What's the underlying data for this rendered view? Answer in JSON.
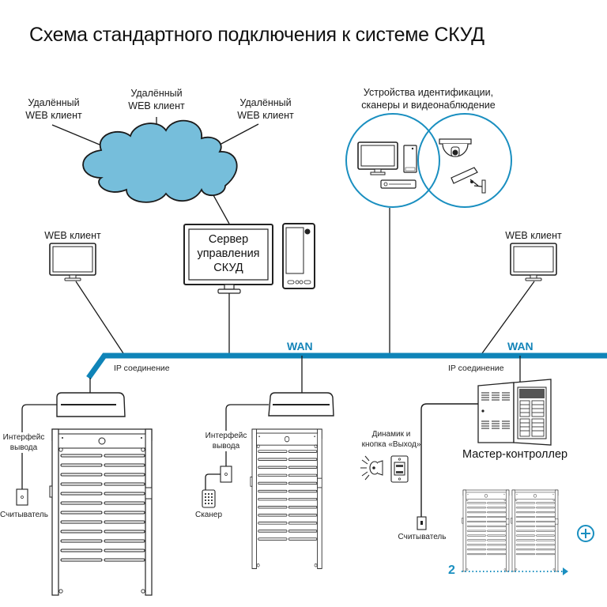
{
  "title": "Схема стандартного подключения к системе СКУД",
  "colors": {
    "network_blue": "#0f84b8",
    "cloud_fill": "#76bedb",
    "circle_stroke": "#1a8fc0",
    "line": "#1a1a1a"
  },
  "cloud": {
    "remote_clients": [
      {
        "line1": "Удалённый",
        "line2": "WEB клиент"
      },
      {
        "line1": "Удалённый",
        "line2": "WEB клиент"
      },
      {
        "line1": "Удалённый",
        "line2": "WEB клиент"
      }
    ]
  },
  "identification": {
    "line1": "Устройства идентификации,",
    "line2": "сканеры и видеонаблюдение"
  },
  "server": {
    "line1": "Сервер",
    "line2": "управления",
    "line3": "СКУД"
  },
  "web_client_left": "WEB клиент",
  "web_client_right": "WEB клиент",
  "network": {
    "wan_left": "WAN",
    "wan_right": "WAN",
    "ip_left": "IP соединение",
    "ip_right": "IP соединение"
  },
  "gate_left": {
    "interface_line1": "Интерфейс",
    "interface_line2": "вывода",
    "reader": "Считыватель"
  },
  "gate_middle": {
    "interface_line1": "Интерфейс",
    "interface_line2": "вывода",
    "scanner": "Сканер"
  },
  "right_section": {
    "speaker_line1": "Динамик и",
    "speaker_line2": "кнопка «Выход»",
    "master_controller": "Мастер-контроллер",
    "reader": "Считыватель",
    "gate_count": "2",
    "add_icon": "plus-circle-icon"
  }
}
